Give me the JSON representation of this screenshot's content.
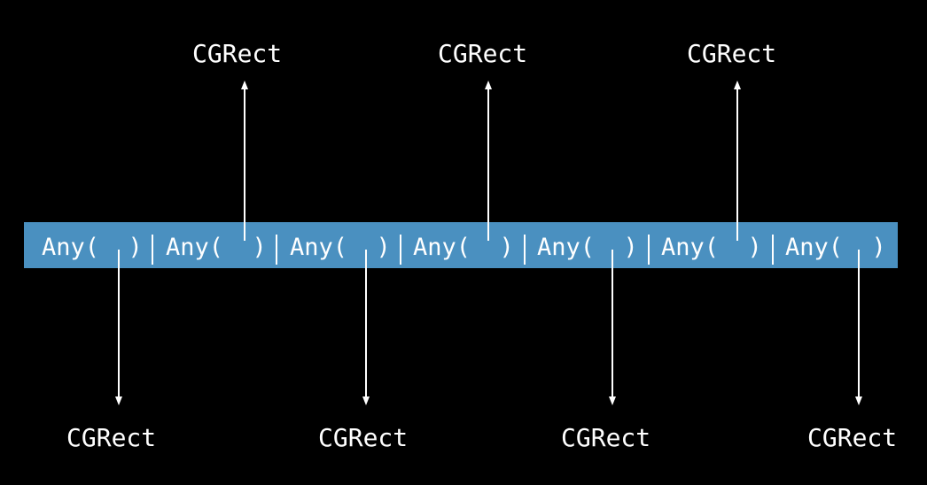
{
  "diagram": {
    "cells": [
      {
        "label": "Any(  )",
        "direction": "down"
      },
      {
        "label": "Any(  )",
        "direction": "up"
      },
      {
        "label": "Any(  )",
        "direction": "down"
      },
      {
        "label": "Any(  )",
        "direction": "up"
      },
      {
        "label": "Any(  )",
        "direction": "down"
      },
      {
        "label": "Any(  )",
        "direction": "up"
      },
      {
        "label": "Any(  )",
        "direction": "down"
      }
    ],
    "target_label": "CGRect",
    "colors": {
      "background": "#000000",
      "bar": "#4a90c0",
      "text": "#ffffff"
    }
  }
}
